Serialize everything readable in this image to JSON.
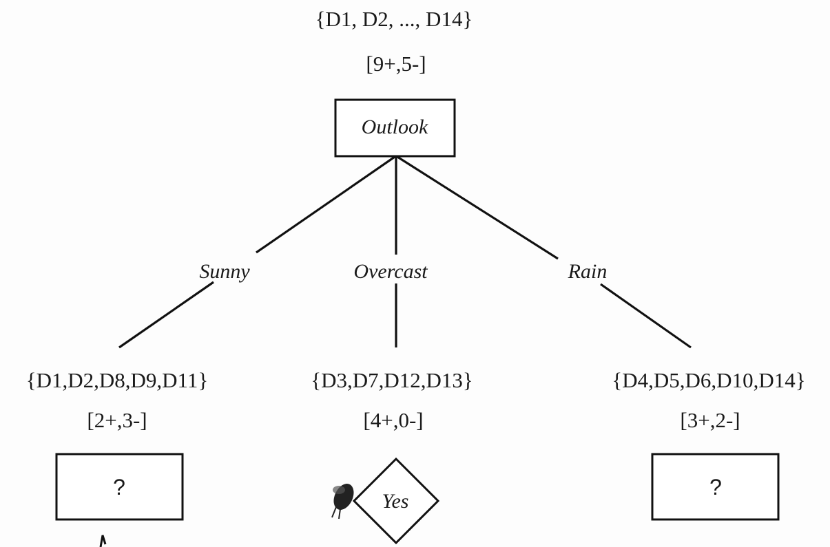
{
  "root": {
    "examples": "{D1, D2, ..., D14}",
    "counts": "[9+,5-]",
    "attribute": "Outlook"
  },
  "branches": [
    {
      "value": "Sunny",
      "examples": "{D1,D2,D8,D9,D11}",
      "counts": "[2+,3-]",
      "node": "?"
    },
    {
      "value": "Overcast",
      "examples": "{D3,D7,D12,D13}",
      "counts": "[4+,0-]",
      "node": "Yes"
    },
    {
      "value": "Rain",
      "examples": "{D4,D5,D6,D10,D14}",
      "counts": "[3+,2-]",
      "node": "?"
    }
  ]
}
